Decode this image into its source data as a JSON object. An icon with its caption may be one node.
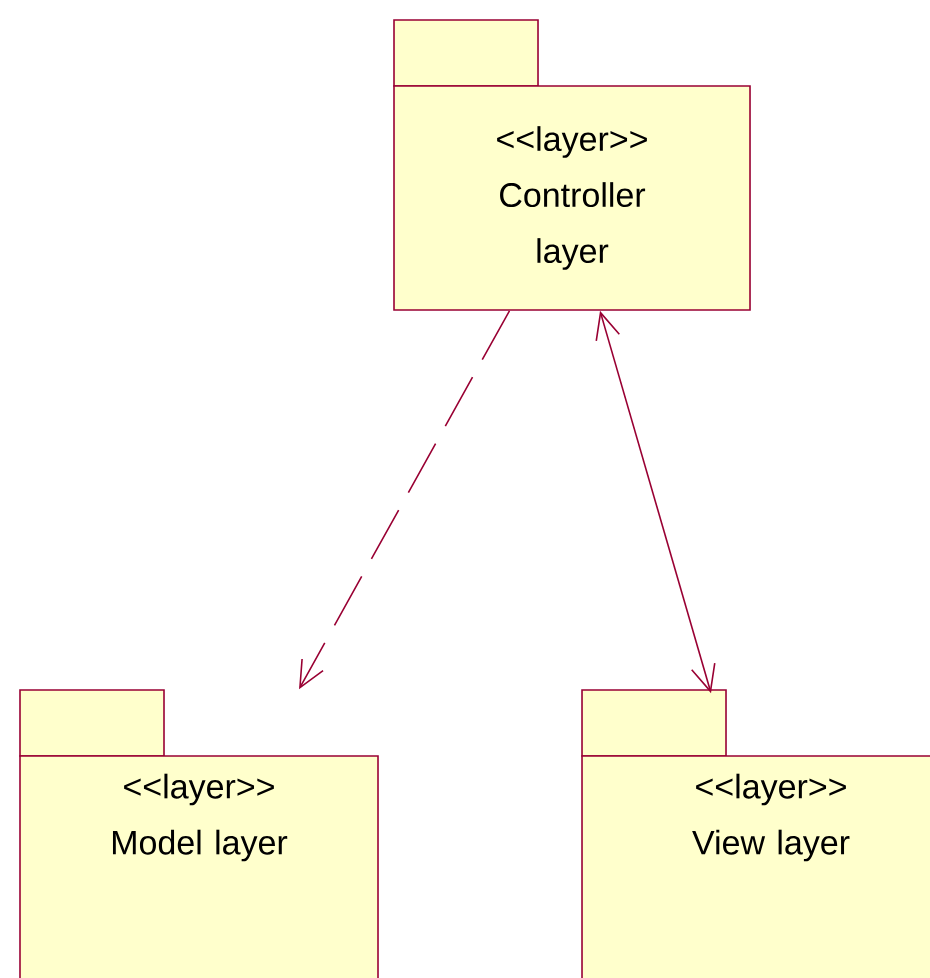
{
  "diagram": {
    "nodes": [
      {
        "text": [
          "<<layer>>",
          "Controller layer"
        ]
      },
      {
        "text": [
          "<<layer>>",
          "Model layer"
        ]
      },
      {
        "text": [
          "<<layer>>",
          "View layer"
        ]
      }
    ],
    "edges": [
      {
        "from": 0,
        "to": 1,
        "arrow": "to",
        "style": "dashed"
      },
      {
        "from": 0,
        "to": 2,
        "arrow": "both"
      }
    ]
  }
}
